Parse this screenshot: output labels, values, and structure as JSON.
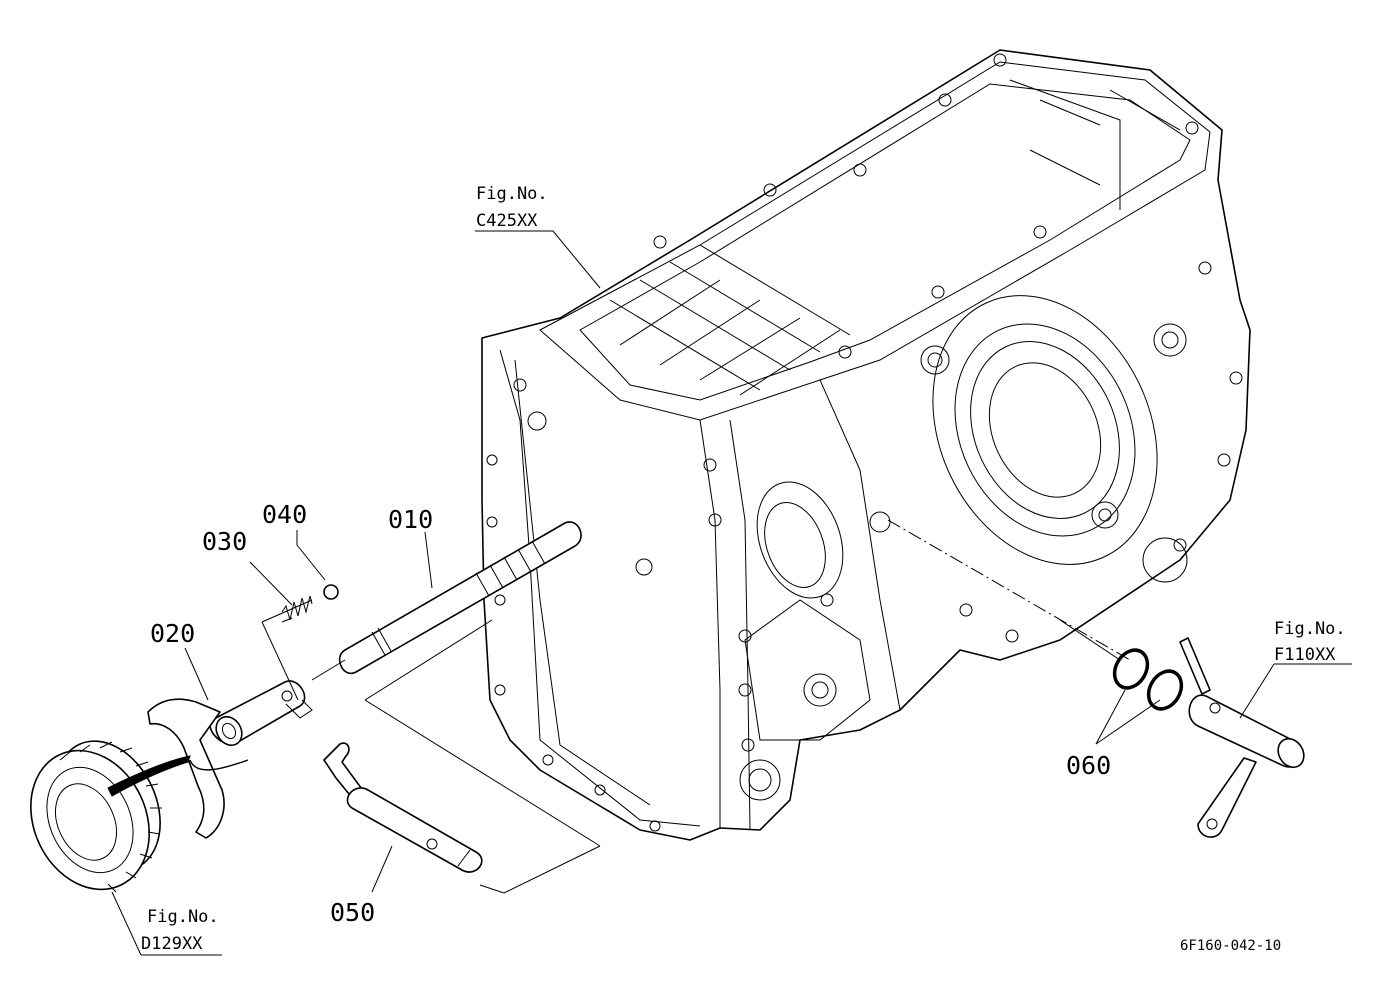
{
  "parts": {
    "p010": "010",
    "p020": "020",
    "p030": "030",
    "p040": "040",
    "p050": "050",
    "p060": "060"
  },
  "refs": {
    "case": {
      "prefix": "Fig.No.",
      "code": "C425XX"
    },
    "fork": {
      "prefix": "Fig.No.",
      "code": "F110XX"
    },
    "gear": {
      "prefix": "Fig.No.",
      "code": "D129XX"
    }
  },
  "drawing_code": "6F160-042-10"
}
